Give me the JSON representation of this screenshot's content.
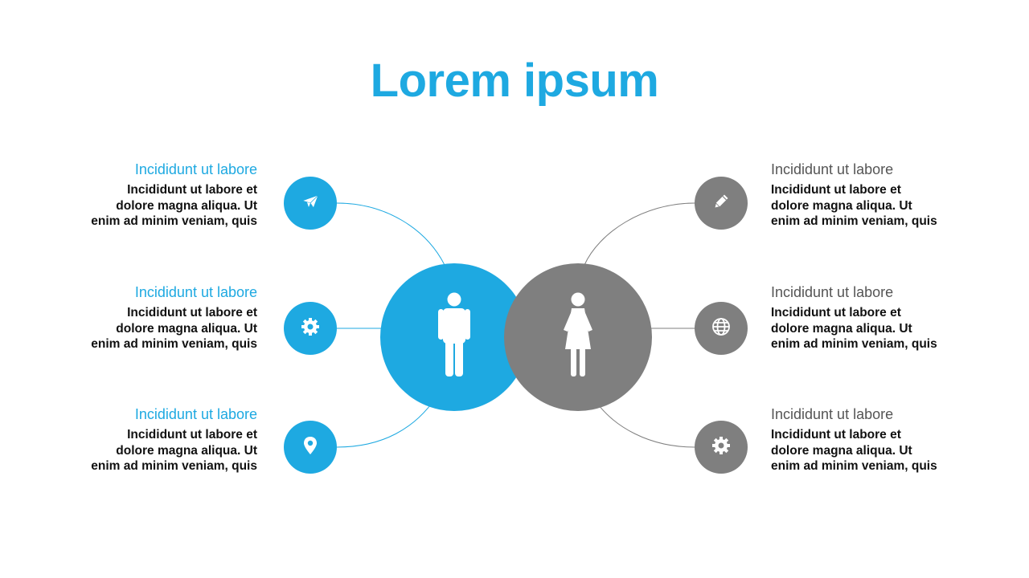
{
  "title": "Lorem ipsum",
  "colors": {
    "accent": "#1ea9e1",
    "neutral": "#7f7f7f"
  },
  "center": {
    "left_icon": "male-person-icon",
    "right_icon": "female-person-icon"
  },
  "left_items": [
    {
      "heading": "Incididunt ut labore",
      "body": "Incididunt ut labore et\ndolore magna aliqua. Ut\nenim ad minim veniam, quis",
      "icon": "paper-plane-icon"
    },
    {
      "heading": "Incididunt ut labore",
      "body": "Incididunt ut labore et\ndolore magna aliqua. Ut\nenim ad minim veniam, quis",
      "icon": "gear-icon"
    },
    {
      "heading": "Incididunt ut labore",
      "body": "Incididunt ut labore et\ndolore magna aliqua. Ut\nenim ad minim veniam, quis",
      "icon": "map-pin-icon"
    }
  ],
  "right_items": [
    {
      "heading": "Incididunt ut labore",
      "body": "Incididunt ut labore et\ndolore magna aliqua. Ut\nenim ad minim veniam, quis",
      "icon": "pencil-icon"
    },
    {
      "heading": "Incididunt ut labore",
      "body": "Incididunt ut labore et\ndolore magna aliqua. Ut\nenim ad minim veniam, quis",
      "icon": "globe-icon"
    },
    {
      "heading": "Incididunt ut labore",
      "body": "Incididunt ut labore et\ndolore magna aliqua. Ut\nenim ad minim veniam, quis",
      "icon": "gear-icon"
    }
  ]
}
